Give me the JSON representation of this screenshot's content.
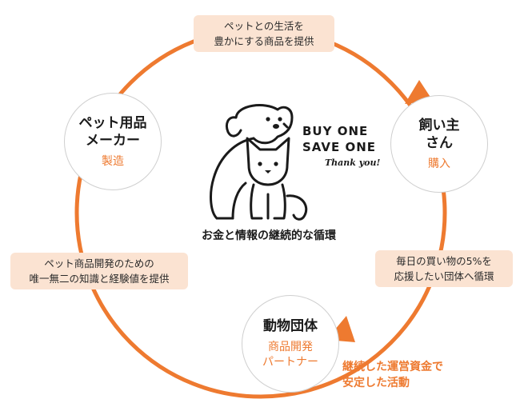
{
  "nodes": {
    "manufacturer": {
      "name": "ペット用品\nメーカー",
      "role": "製造"
    },
    "owner": {
      "name": "飼い主\nさん",
      "role": "購入"
    },
    "charity": {
      "name": "動物団体",
      "role": "商品開発\nパートナー"
    }
  },
  "flows": {
    "top": "ペットとの生活を\n豊かにする商品を提供",
    "right": "毎日の買い物の5%を\n応援したい団体へ循環",
    "left": "ペット商品開発のための\n唯一無二の知識と経験値を提供"
  },
  "center": {
    "brand_line1": "BUY ONE",
    "brand_line2": "SAVE ONE",
    "brand_sub": "Thank you!",
    "caption": "お金と情報の継続的な循環"
  },
  "outcome": "継続した運営資金で\n安定した活動",
  "colors": {
    "accent": "#ee7a30",
    "label_bg": "#fbe3d2",
    "node_border": "#cfcfcf"
  },
  "icons": [
    "dog-icon",
    "cat-icon",
    "arrow-icon"
  ]
}
